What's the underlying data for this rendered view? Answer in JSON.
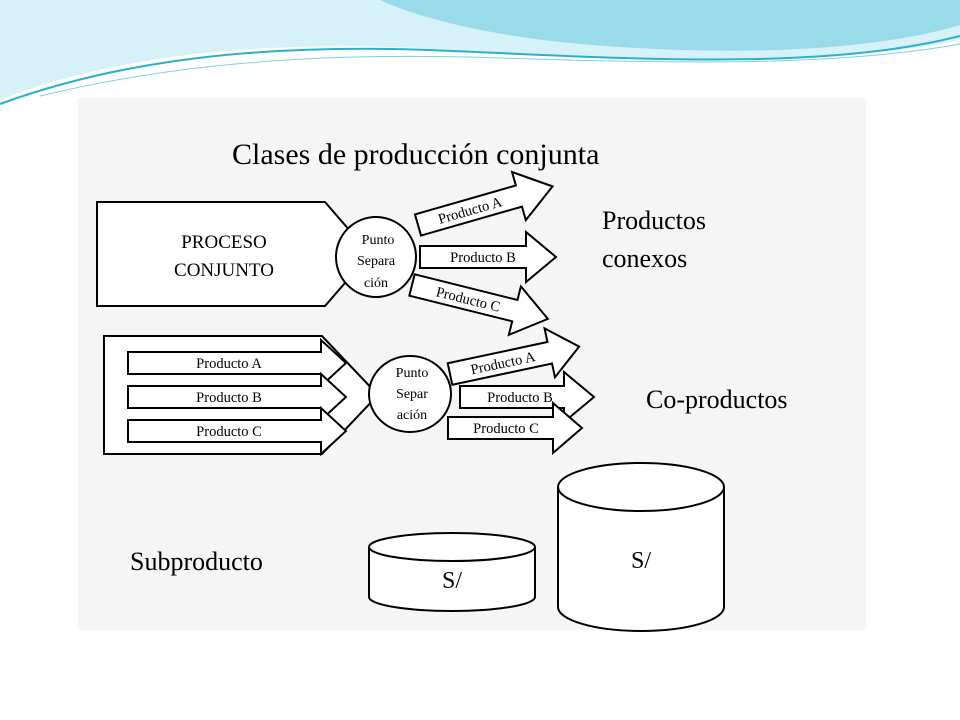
{
  "colors": {
    "wave_light": "#d6f1f7",
    "wave_mid": "#9adbe9",
    "wave_dark": "#2bb0cc",
    "ink": "#000000",
    "paper": "#ffffff",
    "figure_bg": "#f5f5f5"
  },
  "title": "Clases de producción conjunta",
  "conexos": {
    "process_label": [
      "PROCESO",
      "CONJUNTO"
    ],
    "point_label": [
      "Punto",
      "Separa",
      "ción"
    ],
    "outputs": [
      "Producto A",
      "Producto B",
      "Producto C"
    ],
    "caption": [
      "Productos",
      "conexos"
    ]
  },
  "coproductos": {
    "inputs": [
      "Producto A",
      "Producto B",
      "Producto C"
    ],
    "point_label": [
      "Punto",
      "Separ",
      "ación"
    ],
    "outputs": [
      "Producto A",
      "Producto B",
      "Producto C"
    ],
    "caption": "Co-productos"
  },
  "subproducto": {
    "caption": "Subproducto",
    "small_cylinder_label": "S/",
    "large_cylinder_label": "S/"
  }
}
